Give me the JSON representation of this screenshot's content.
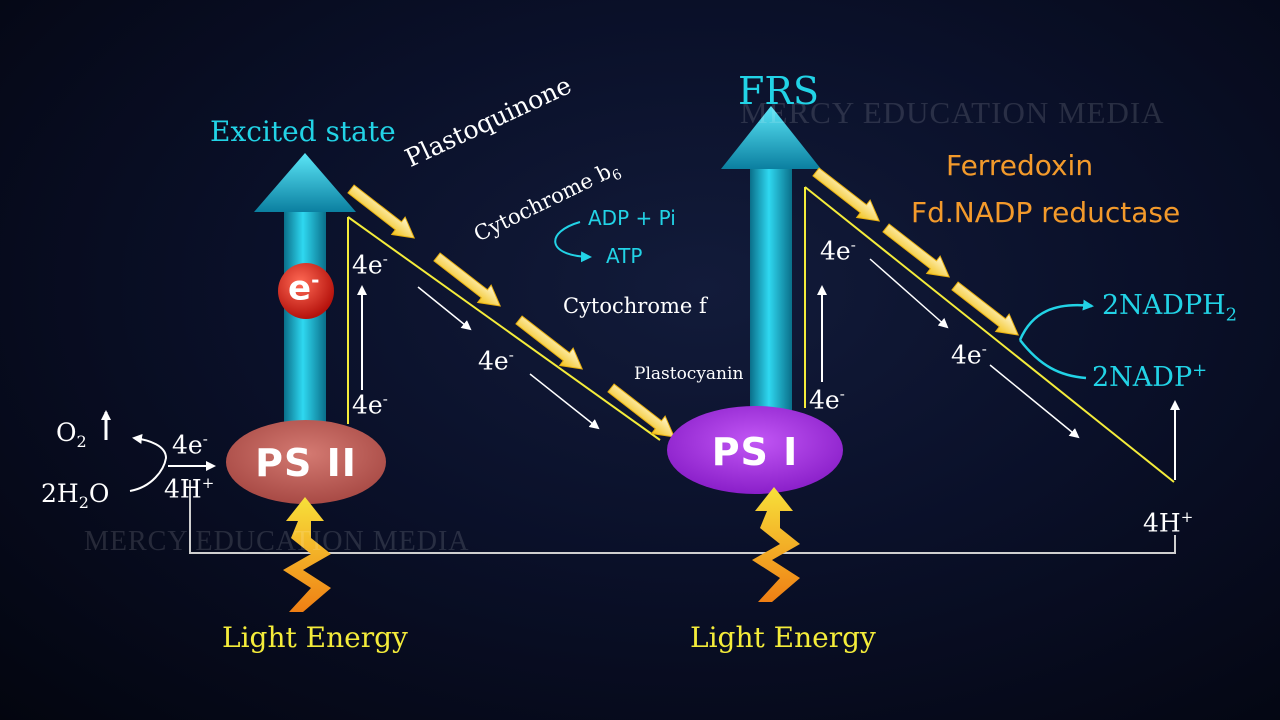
{
  "labels": {
    "excited_state": "Excited state",
    "plastoquinone": "Plastoquinone",
    "cytochrome_b6": "Cytochrome b",
    "cytochrome_b6_sub": "6",
    "adp_pi": "ADP + Pi",
    "atp": "ATP",
    "cytochrome_f": "Cytochrome f",
    "plastocyanin": "Plastocyanin",
    "frs": "FRS",
    "ferredoxin": "Ferredoxin",
    "fd_nadp_reductase": "Fd.NADP reductase",
    "nadph2_main": "2NADPH",
    "nadph2_sub": "2",
    "nadp_main": "2NADP",
    "nadp_sup": "+",
    "ps2": "PS II",
    "ps1": "PS I",
    "electron": "e",
    "electron_sup": "-",
    "light_energy_1": "Light Energy",
    "light_energy_2": "Light Energy",
    "o2_main": "O",
    "o2_sub": "2",
    "h2o_pre": "2H",
    "h2o_sub": "2",
    "h2o_post": "O",
    "four_e_main": "4e",
    "four_e_sup": "-",
    "four_h_main": "4H",
    "four_h_sup": "+"
  },
  "watermark": {
    "text_top": "MERCY EDUCATION MEDIA",
    "text_bottom": "MERCY EDUCATION MEDIA"
  },
  "colors": {
    "cyan": "#22d3e6",
    "yellow": "#f4ec3a",
    "orange": "#f39a2b",
    "ps2_fill": "#c2615b",
    "ps1_fill": "#a52fe0",
    "electron_fill": "#e02820"
  }
}
